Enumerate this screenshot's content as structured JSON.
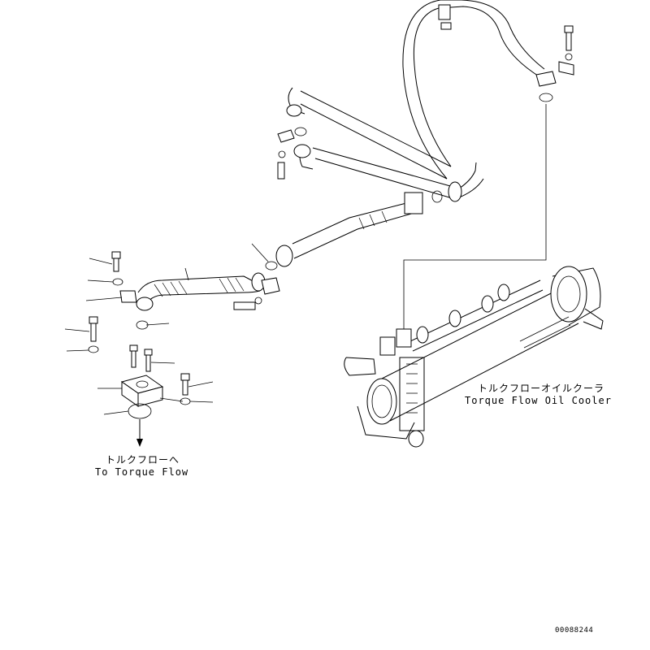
{
  "diagram": {
    "cooler_label_jp": "トルクフローオイルクーラ",
    "cooler_label_en": "Torque Flow Oil Cooler",
    "torque_flow_label_jp": "トルクフローへ",
    "torque_flow_label_en": "To Torque Flow",
    "drawing_number": "00088244"
  },
  "colors": {
    "line": "#000000",
    "background": "#ffffff"
  }
}
